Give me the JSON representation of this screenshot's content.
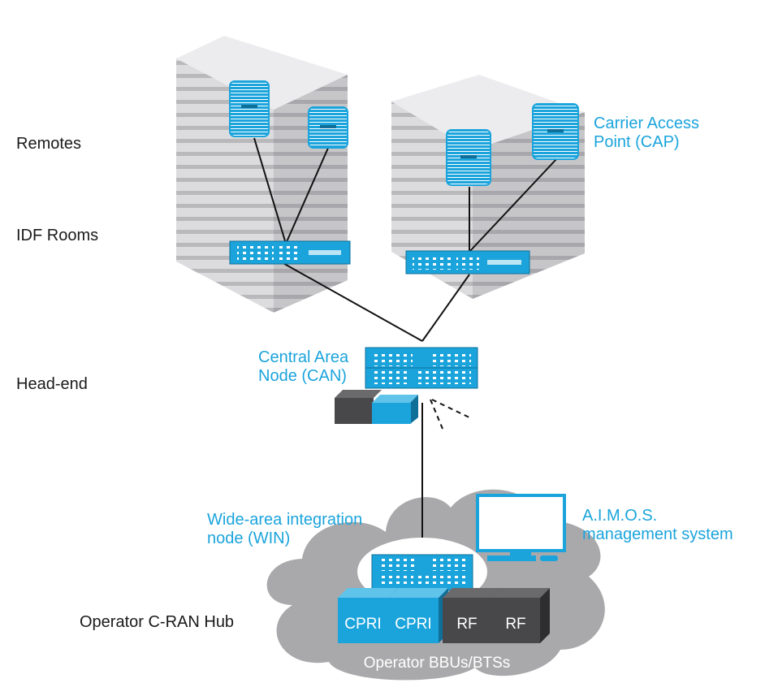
{
  "levels": {
    "remotes": "Remotes",
    "idf_rooms": "IDF Rooms",
    "head_end": "Head-end",
    "hub": "Operator C-RAN Hub"
  },
  "callouts": {
    "cap": "Carrier Access\nPoint (CAP)",
    "can": "Central Area\nNode (CAN)",
    "win": "Wide-area integration\nnode (WIN)",
    "aimos": "A.I.M.O.S.\nmanagement system"
  },
  "hub": {
    "bbu_labels": [
      "CPRI",
      "CPRI",
      "RF",
      "RF"
    ],
    "footer": "Operator BBUs/BTSs"
  },
  "colors": {
    "accent": "#1ba4dc",
    "cloud": "#a6a6a8",
    "building": "#d5d5d7",
    "dark_box": "#48484a",
    "text": "#1a1a1a"
  }
}
